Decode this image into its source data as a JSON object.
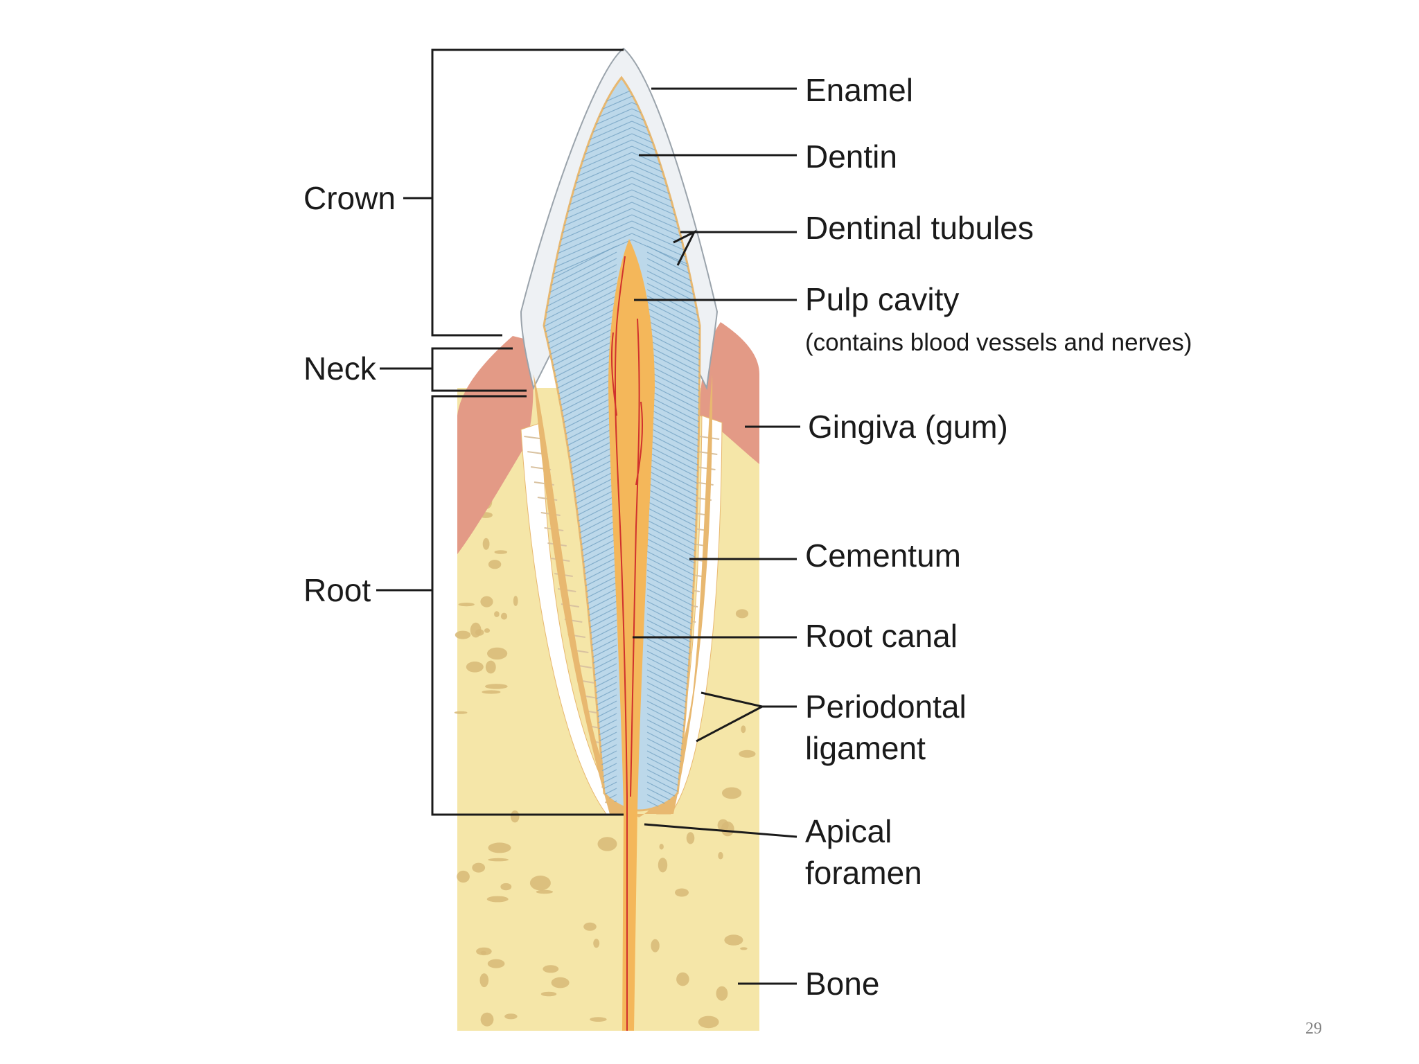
{
  "diagram": {
    "regions": {
      "crown": "Crown",
      "neck": "Neck",
      "root": "Root"
    },
    "labels": {
      "enamel": "Enamel",
      "dentin": "Dentin",
      "dentinal_tubules": "Dentinal tubules",
      "pulp_cavity": "Pulp cavity",
      "pulp_cavity_note": "(contains blood vessels and nerves)",
      "gingiva": "Gingiva (gum)",
      "cementum": "Cementum",
      "root_canal": "Root canal",
      "periodontal_line1": "Periodontal",
      "periodontal_line2": "ligament",
      "apical_line1": "Apical",
      "apical_line2": "foramen",
      "bone": "Bone"
    },
    "colors": {
      "enamel": "#eef1f4",
      "dentin": "#bcd8ea",
      "pulp": "#f4b75a",
      "gingiva": "#e39a86",
      "bone": "#f5e6a8",
      "bone_spots": "#d7b877",
      "vessels": "#d0312d",
      "cementum": "#e8b870"
    }
  },
  "page": {
    "number": "29"
  }
}
